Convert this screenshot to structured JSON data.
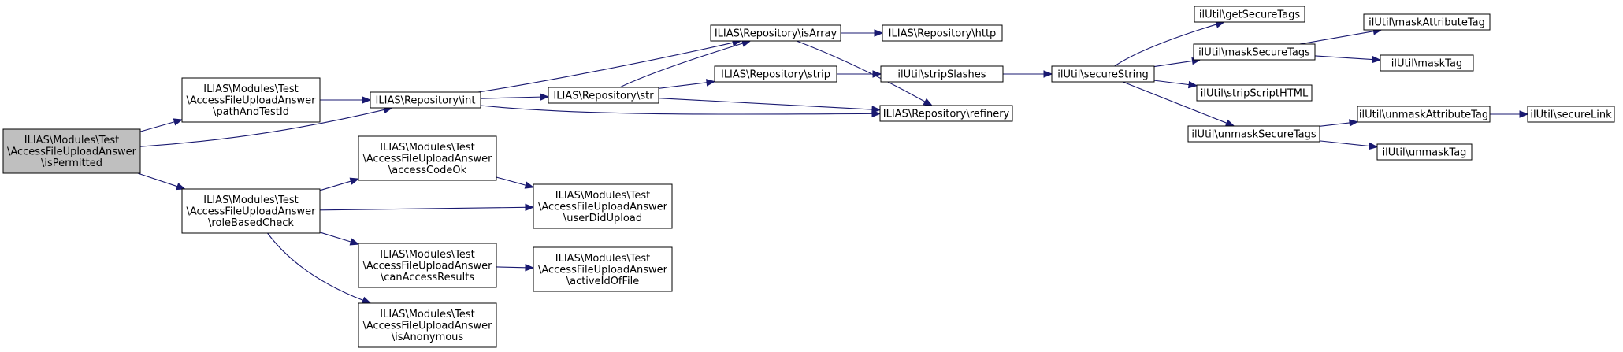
{
  "colors": {
    "edge": "#191970",
    "root_fill": "#bfbfbf",
    "node_fill": "#ffffff",
    "border": "#000000"
  },
  "nodes": [
    {
      "id": "isPermitted",
      "lines": [
        "ILIAS\\Modules\\Test",
        "\\AccessFileUploadAnswer",
        "\\isPermitted"
      ],
      "root": true
    },
    {
      "id": "pathAndTestId",
      "lines": [
        "ILIAS\\Modules\\Test",
        "\\AccessFileUploadAnswer",
        "\\pathAndTestId"
      ]
    },
    {
      "id": "roleBasedCheck",
      "lines": [
        "ILIAS\\Modules\\Test",
        "\\AccessFileUploadAnswer",
        "\\roleBasedCheck"
      ]
    },
    {
      "id": "int",
      "lines": [
        "ILIAS\\Repository\\int"
      ]
    },
    {
      "id": "accessCodeOk",
      "lines": [
        "ILIAS\\Modules\\Test",
        "\\AccessFileUploadAnswer",
        "\\accessCodeOk"
      ]
    },
    {
      "id": "canAccessResults",
      "lines": [
        "ILIAS\\Modules\\Test",
        "\\AccessFileUploadAnswer",
        "\\canAccessResults"
      ]
    },
    {
      "id": "isAnonymous",
      "lines": [
        "ILIAS\\Modules\\Test",
        "\\AccessFileUploadAnswer",
        "\\isAnonymous"
      ]
    },
    {
      "id": "str",
      "lines": [
        "ILIAS\\Repository\\str"
      ]
    },
    {
      "id": "userDidUpload",
      "lines": [
        "ILIAS\\Modules\\Test",
        "\\AccessFileUploadAnswer",
        "\\userDidUpload"
      ]
    },
    {
      "id": "activeIdOfFile",
      "lines": [
        "ILIAS\\Modules\\Test",
        "\\AccessFileUploadAnswer",
        "\\activeIdOfFile"
      ]
    },
    {
      "id": "isArray",
      "lines": [
        "ILIAS\\Repository\\isArray"
      ]
    },
    {
      "id": "strip",
      "lines": [
        "ILIAS\\Repository\\strip"
      ]
    },
    {
      "id": "http",
      "lines": [
        "ILIAS\\Repository\\http"
      ]
    },
    {
      "id": "stripSlashes",
      "lines": [
        "ilUtil\\stripSlashes"
      ]
    },
    {
      "id": "refinery",
      "lines": [
        "ILIAS\\Repository\\refinery"
      ]
    },
    {
      "id": "secureString",
      "lines": [
        "ilUtil\\secureString"
      ]
    },
    {
      "id": "getSecureTags",
      "lines": [
        "ilUtil\\getSecureTags"
      ]
    },
    {
      "id": "maskSecureTags",
      "lines": [
        "ilUtil\\maskSecureTags"
      ]
    },
    {
      "id": "stripScriptHTML",
      "lines": [
        "ilUtil\\stripScriptHTML"
      ]
    },
    {
      "id": "unmaskSecureTags",
      "lines": [
        "ilUtil\\unmaskSecureTags"
      ]
    },
    {
      "id": "maskAttributeTag",
      "lines": [
        "ilUtil\\maskAttributeTag"
      ]
    },
    {
      "id": "maskTag",
      "lines": [
        "ilUtil\\maskTag"
      ]
    },
    {
      "id": "unmaskAttributeTag",
      "lines": [
        "ilUtil\\unmaskAttributeTag"
      ]
    },
    {
      "id": "unmaskTag",
      "lines": [
        "ilUtil\\unmaskTag"
      ]
    },
    {
      "id": "secureLink",
      "lines": [
        "ilUtil\\secureLink"
      ]
    }
  ],
  "edges": [
    [
      "isPermitted",
      "pathAndTestId"
    ],
    [
      "isPermitted",
      "int"
    ],
    [
      "isPermitted",
      "roleBasedCheck"
    ],
    [
      "pathAndTestId",
      "int"
    ],
    [
      "roleBasedCheck",
      "accessCodeOk"
    ],
    [
      "roleBasedCheck",
      "userDidUpload"
    ],
    [
      "roleBasedCheck",
      "canAccessResults"
    ],
    [
      "roleBasedCheck",
      "isAnonymous"
    ],
    [
      "accessCodeOk",
      "userDidUpload"
    ],
    [
      "canAccessResults",
      "activeIdOfFile"
    ],
    [
      "int",
      "isArray"
    ],
    [
      "int",
      "str"
    ],
    [
      "int",
      "refinery"
    ],
    [
      "str",
      "isArray"
    ],
    [
      "str",
      "strip"
    ],
    [
      "str",
      "refinery"
    ],
    [
      "isArray",
      "http"
    ],
    [
      "isArray",
      "refinery"
    ],
    [
      "strip",
      "stripSlashes"
    ],
    [
      "stripSlashes",
      "secureString"
    ],
    [
      "secureString",
      "getSecureTags"
    ],
    [
      "secureString",
      "maskSecureTags"
    ],
    [
      "secureString",
      "stripScriptHTML"
    ],
    [
      "secureString",
      "unmaskSecureTags"
    ],
    [
      "maskSecureTags",
      "maskAttributeTag"
    ],
    [
      "maskSecureTags",
      "maskTag"
    ],
    [
      "unmaskSecureTags",
      "unmaskAttributeTag"
    ],
    [
      "unmaskSecureTags",
      "unmaskTag"
    ],
    [
      "unmaskAttributeTag",
      "secureLink"
    ]
  ]
}
